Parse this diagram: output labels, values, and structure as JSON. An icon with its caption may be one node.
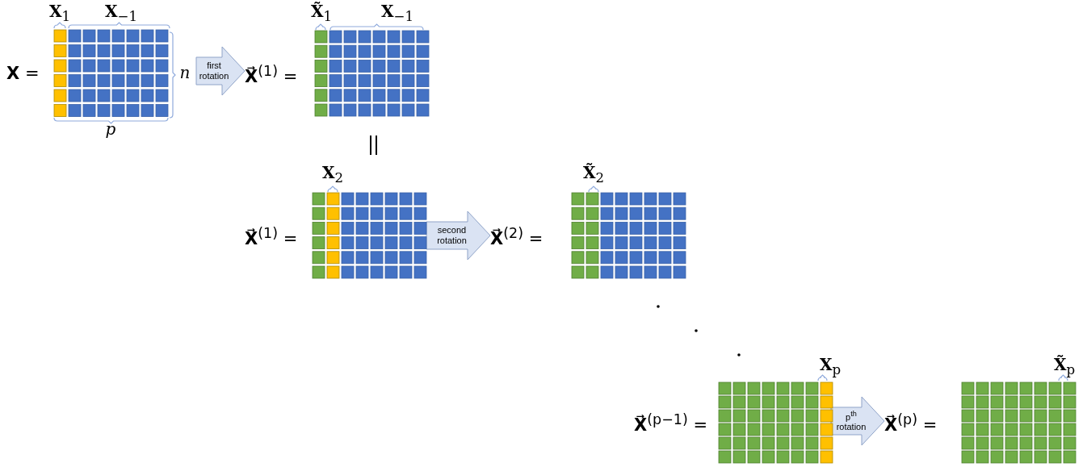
{
  "diagram": {
    "nodes": [
      {
        "text": [],
        "shape": "box",
        "beside": [
          "**X** ="
        ]
      },
      {
        "text": [],
        "shape": "box",
        "beside": [
          "**X⃗**$^{(1)}$ ="
        ]
      },
      {
        "text": [],
        "shape": "box",
        "beside": [
          "**X⃗**$^{(1)}$ ="
        ]
      },
      {
        "text": [],
        "shape": "box",
        "beside": [
          "**X⃗**$^{(2)}$ ="
        ]
      },
      {
        "text": [],
        "shape": "box",
        "beside": [
          "**X⃗**$^{(p−1)}$ ="
        ]
      },
      {
        "text": [],
        "shape": "box",
        "beside": [
          "**X⃗**$^{(p)}$ ="
        ]
      }
    ],
    "edges": [
      {
        "from": 0,
        "to": 1,
        "arrow": "to",
        "label": "first rotation"
      },
      {
        "from": 2,
        "to": 3,
        "arrow": "to",
        "label": "second rotation"
      },
      {
        "from": 4,
        "to": 5,
        "arrow": "to",
        "label": "p$^{th}$ rotation"
      }
    ],
    "labels": [
      "**X**$_{1}$",
      "**X**$_{−1}$",
      "*n*",
      "**X̃**$_{1}$",
      "**X**$_{−1}$",
      "*p*",
      "**X**$_{2}$",
      "**X̃**$_{2}$",
      "**X**$_{p}$",
      "**X̃**$_{p}$"
    ]
  }
}
